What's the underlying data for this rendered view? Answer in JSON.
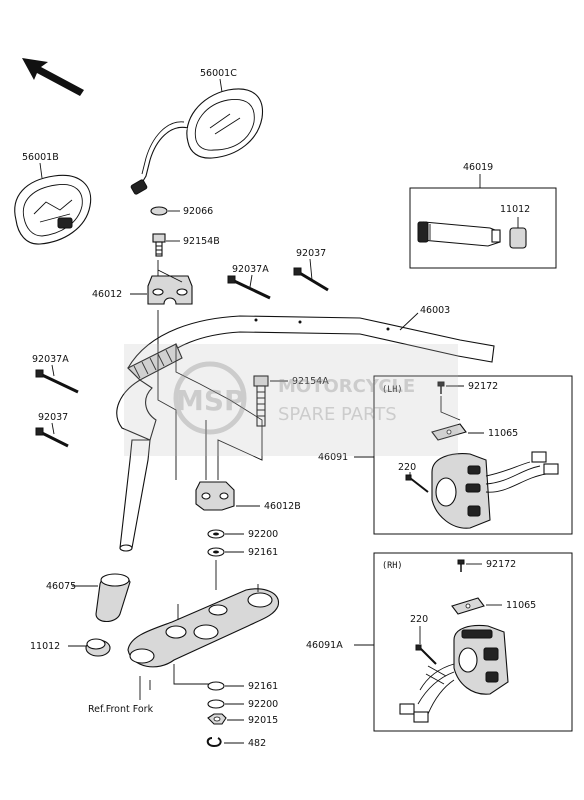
{
  "labels": {
    "p56001C": "56001C",
    "p56001B": "56001B",
    "p92066": "92066",
    "p92154B": "92154B",
    "p92037A_top": "92037A",
    "p92037_top": "92037",
    "p46012": "46012",
    "p46003": "46003",
    "p46019": "46019",
    "p11012_box": "11012",
    "p92037A_left": "92037A",
    "p92037_left": "92037",
    "p92154A": "92154A",
    "p46012B": "46012B",
    "p92200_a": "92200",
    "p92161_a": "92161",
    "p46075": "46075",
    "p11012_left": "11012",
    "p92161_b": "92161",
    "p92200_b": "92200",
    "p92015": "92015",
    "p482": "482",
    "ref_front_fork": "Ref.Front Fork",
    "p46091": "46091",
    "lh_tag": "(LH)",
    "p92172_lh": "92172",
    "p11065_lh": "11065",
    "p220_lh": "220",
    "p46091A": "46091A",
    "rh_tag": "(RH)",
    "p92172_rh": "92172",
    "p11065_rh": "11065",
    "p220_rh": "220"
  },
  "watermark": {
    "logo": "MSP",
    "line1": "MOTORCYCLE",
    "line2": "SPARE PARTS"
  },
  "colors": {
    "line": "#111111",
    "watermark": "#9a9a9a",
    "background": "#ffffff"
  }
}
